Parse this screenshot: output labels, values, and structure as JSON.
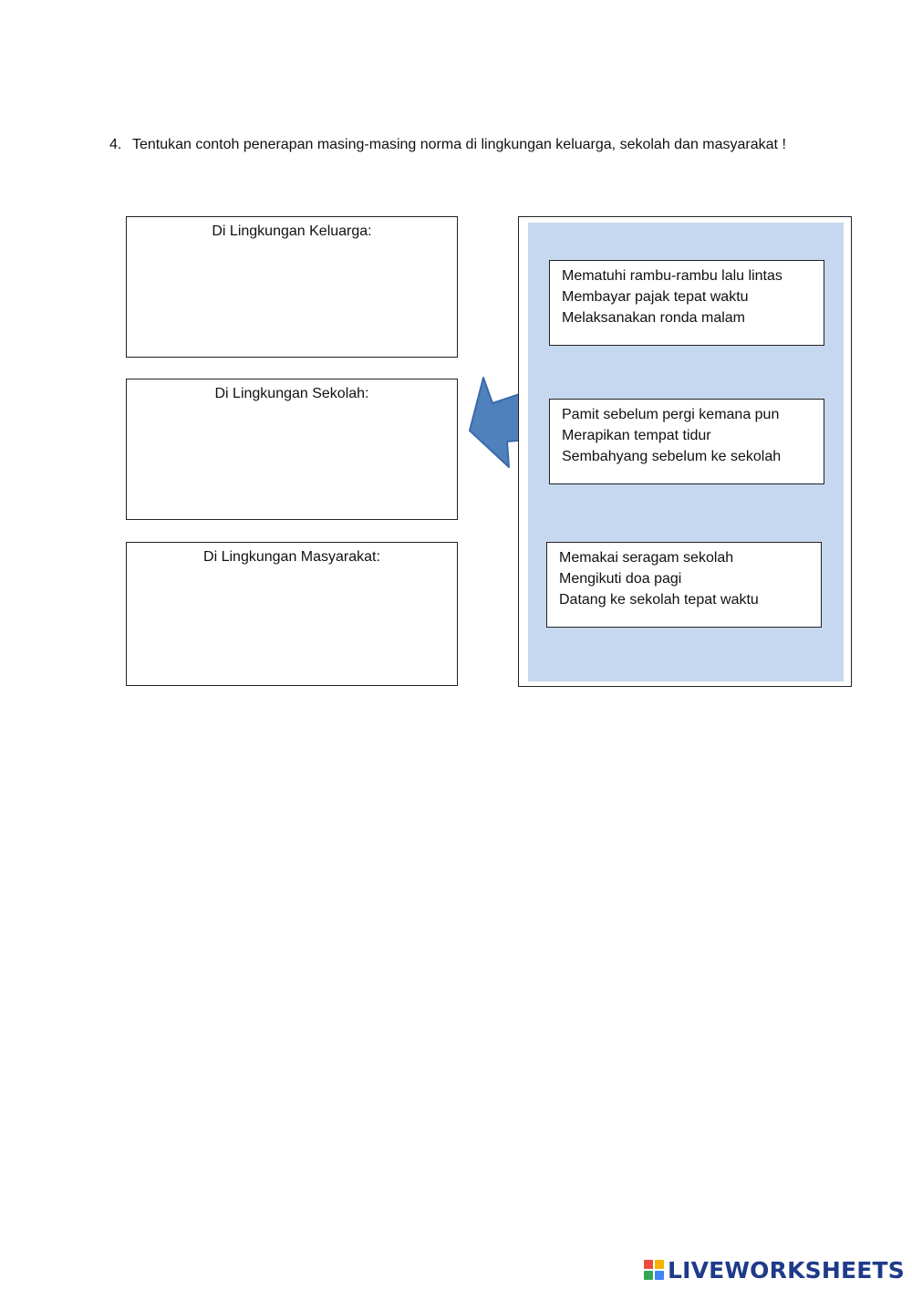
{
  "question": {
    "number": "4.",
    "text": "Tentukan contoh penerapan masing-masing norma di lingkungan keluarga, sekolah dan masyarakat !"
  },
  "answer_boxes": [
    {
      "label": "Di Lingkungan Keluarga:"
    },
    {
      "label": "Di Lingkungan Sekolah:"
    },
    {
      "label": "Di Lingkungan Masyarakat:"
    }
  ],
  "options": [
    {
      "lines": [
        "Mematuhi rambu-rambu lalu lintas",
        "Membayar pajak tepat waktu",
        "Melaksanakan ronda malam"
      ]
    },
    {
      "lines": [
        "Pamit sebelum pergi kemana pun",
        "Merapikan tempat tidur",
        "Sembahyang sebelum ke sekolah"
      ]
    },
    {
      "lines": [
        "Memakai seragam sekolah",
        "Mengikuti doa pagi",
        "Datang ke sekolah tepat waktu"
      ]
    }
  ],
  "arrow": {
    "icon": "left-arrow-icon",
    "color": "#4f81bd",
    "border_color": "#3a6aa8"
  },
  "panel": {
    "background_color": "#c6d8ef"
  },
  "brand": {
    "text": "LIVEWORKSHEETS",
    "icon": "liveworksheets-logo-icon",
    "color": "#1f3a8a"
  }
}
